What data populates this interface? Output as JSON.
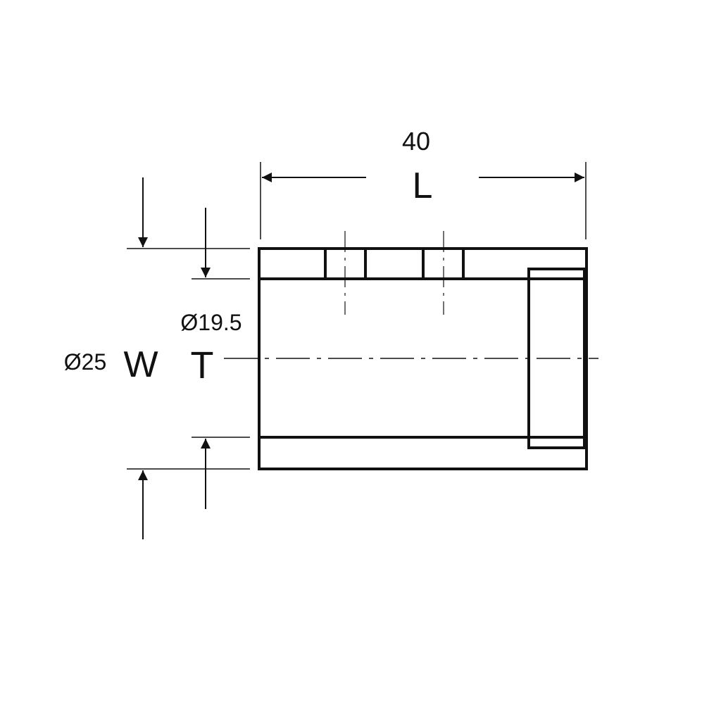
{
  "dimensions": {
    "length_value": "40",
    "length_symbol": "L",
    "inner_diameter_value": "Ø19.5",
    "inner_symbol": "T",
    "outer_diameter_value": "Ø25",
    "outer_symbol": "W"
  },
  "colors": {
    "line": "#111111",
    "background": "#ffffff"
  }
}
